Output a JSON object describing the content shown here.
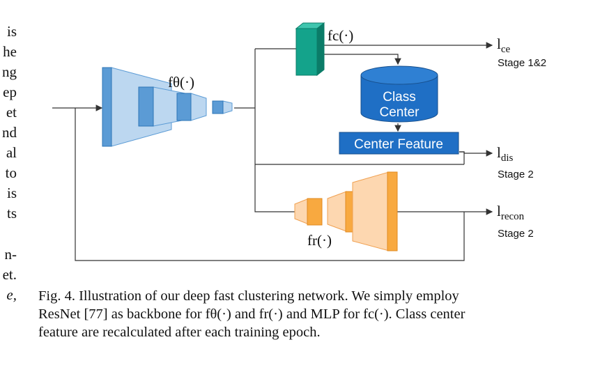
{
  "left_column_fragments": [
    "is",
    "he",
    "ng",
    "ep",
    "et",
    "nd",
    "al",
    "to",
    "is",
    "ts",
    "n-",
    "et.",
    "e,"
  ],
  "diagram": {
    "theta_label": "fθ(·)",
    "fc_label": "fc(·)",
    "fr_label": "fr(·)",
    "class_center_lines": [
      "Class",
      "Center"
    ],
    "center_feature": "Center Feature",
    "outputs": [
      {
        "base": "l",
        "sub": "ce",
        "stage": "Stage 1&2"
      },
      {
        "base": "l",
        "sub": "dis",
        "stage": "Stage 2"
      },
      {
        "base": "l",
        "sub": "recon",
        "stage": "Stage 2"
      }
    ],
    "colors": {
      "blue_light": "#bcd7f0",
      "blue_mid": "#5b9bd5",
      "blue_dark": "#2e75b6",
      "teal": "#14a38b",
      "teal_dark": "#0b7c68",
      "db_blue": "#1f6fc5",
      "orange_light": "#fdd7b0",
      "orange_mid": "#f8a940",
      "line": "#333333"
    }
  },
  "caption": {
    "line1": "Fig. 4.  Illustration of our deep fast clustering network. We simply employ",
    "line2": "ResNet [77] as backbone for fθ(·) and fr(·) and MLP for fc(·). Class center",
    "line3": "feature are recalculated after each training epoch."
  }
}
